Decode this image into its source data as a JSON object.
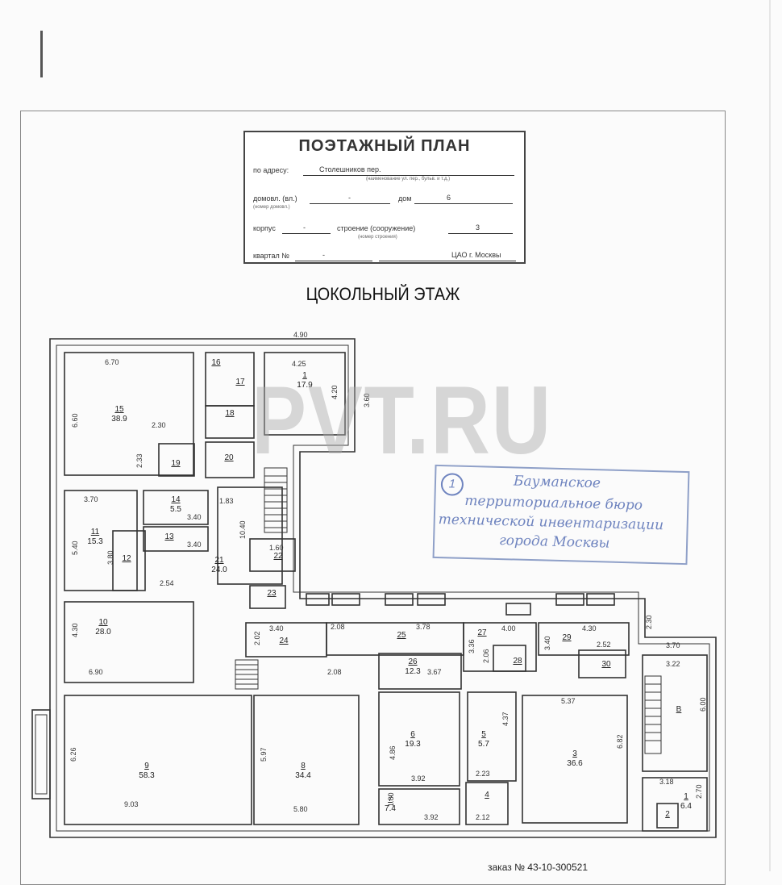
{
  "form": {
    "title": "ПОЭТАЖНЫЙ ПЛАН",
    "address_label": "по адресу:",
    "address_value": "Столешников пер.",
    "address_hint": "(наименование ул. пер., бульв. и т.д.)",
    "dom_vl_label": "домовл. (вл.)",
    "dom_vl_value": "-",
    "dom_vl_hint": "(номер домовл.)",
    "dom_label": "дом",
    "dom_value": "6",
    "korpus_label": "корпус",
    "korpus_value": "-",
    "stroenie_label": "строение (сооружение)",
    "stroenie_value": "3",
    "stroenie_hint": "(номер строения)",
    "kvartal_label": "квартал №",
    "kvartal_value": "-",
    "district": "ЦАО г. Москвы"
  },
  "floor_title": "ЦОКОЛЬНЫЙ ЭТАЖ",
  "watermark": "PVT.RU",
  "stamp": {
    "number": "1",
    "lines": [
      "Бауманское",
      "территориальное бюро",
      "технической инвентаризации",
      "города Москвы"
    ]
  },
  "rooms": [
    {
      "no": "15",
      "area": "38.9"
    },
    {
      "no": "16",
      "area": ""
    },
    {
      "no": "17",
      "area": ""
    },
    {
      "no": "18",
      "area": ""
    },
    {
      "no": "19",
      "area": ""
    },
    {
      "no": "20",
      "area": ""
    },
    {
      "no": "1",
      "area": "17.9"
    },
    {
      "no": "14",
      "area": "5.5"
    },
    {
      "no": "11",
      "area": "15.3"
    },
    {
      "no": "13",
      "area": ""
    },
    {
      "no": "12",
      "area": ""
    },
    {
      "no": "21",
      "area": "24.0"
    },
    {
      "no": "22",
      "area": ""
    },
    {
      "no": "23",
      "area": ""
    },
    {
      "no": "10",
      "area": "28.0"
    },
    {
      "no": "24",
      "area": ""
    },
    {
      "no": "25",
      "area": ""
    },
    {
      "no": "26",
      "area": "12.3"
    },
    {
      "no": "27",
      "area": ""
    },
    {
      "no": "28",
      "area": ""
    },
    {
      "no": "29",
      "area": ""
    },
    {
      "no": "30",
      "area": ""
    },
    {
      "no": "9",
      "area": "58.3"
    },
    {
      "no": "8",
      "area": "34.4"
    },
    {
      "no": "6",
      "area": "19.3"
    },
    {
      "no": "5",
      "area": "5.7"
    },
    {
      "no": "3",
      "area": "36.6"
    },
    {
      "no": "7",
      "area": "7.4"
    },
    {
      "no": "4",
      "area": ""
    },
    {
      "no": "1",
      "area": "6.4"
    },
    {
      "no": "2",
      "area": ""
    },
    {
      "no": "В",
      "area": ""
    }
  ],
  "dimensions": [
    "4.90",
    "6.70",
    "4.25",
    "6.60",
    "2.30",
    "2.33",
    "4.20",
    "3.60",
    "3.70",
    "3.40",
    "1.83",
    "5.40",
    "3.80",
    "3.40",
    "10.40",
    "1.60",
    "2.54",
    "4.30",
    "6.90",
    "3.40",
    "2.02",
    "2.08",
    "3.78",
    "3.36",
    "4.00",
    "2.06",
    "3.40",
    "4.30",
    "2.52",
    "2.30",
    "3.70",
    "3.22",
    "6.00",
    "2.08",
    "3.67",
    "6.26",
    "9.03",
    "5.97",
    "5.80",
    "4.86",
    "3.92",
    "2.23",
    "4.37",
    "5.37",
    "6.82",
    "3.18",
    "2.70",
    "1.80",
    "3.92",
    "2.12"
  ],
  "document_number": "заказ № 43-10-300521"
}
